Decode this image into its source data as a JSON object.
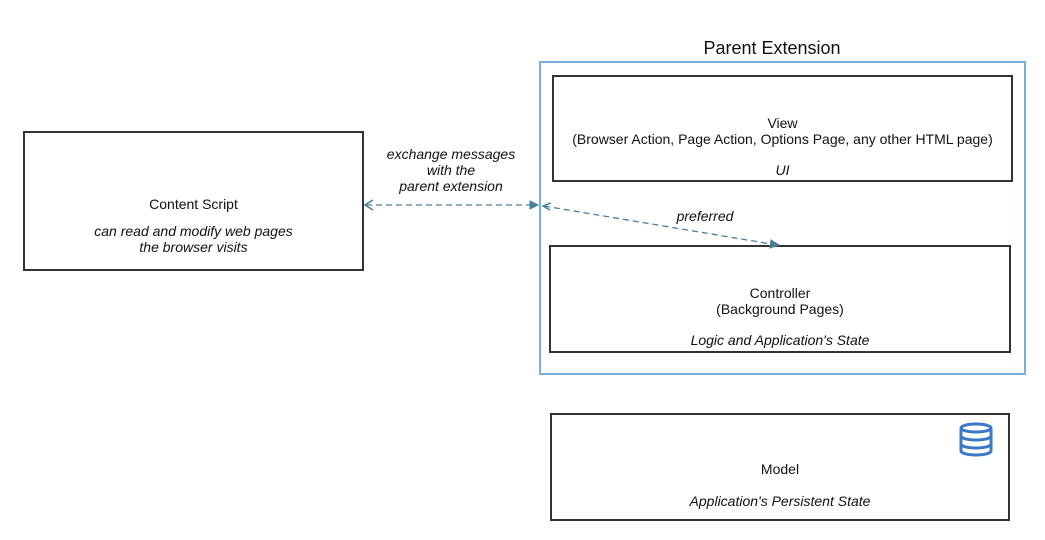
{
  "group": {
    "title": "Parent Extension"
  },
  "content_script": {
    "title": "Content Script",
    "desc_line1": "can read and modify web pages",
    "desc_line2": "the browser visits"
  },
  "view": {
    "title": "View",
    "subtitle": "(Browser Action, Page Action, Options Page, any other HTML page)",
    "desc": "UI"
  },
  "controller": {
    "title": "Controller",
    "subtitle": "(Background Pages)",
    "desc": "Logic and Application's State"
  },
  "model": {
    "title": "Model",
    "desc": "Application's Persistent State",
    "icon": "database-icon"
  },
  "edges": {
    "messages_line1": "exchange messages",
    "messages_line2": "with the",
    "messages_line3": "parent extension",
    "preferred": "preferred"
  },
  "colors": {
    "accent": "#7aaedb",
    "edge": "#4a7f9a",
    "icon": "#3b78c8",
    "border": "#333333"
  }
}
